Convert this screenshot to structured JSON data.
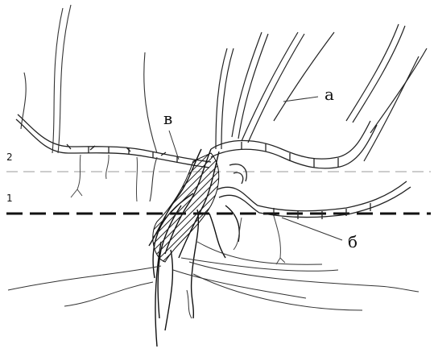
{
  "labels": {
    "level_2": "2",
    "level_1": "1",
    "label_a": "а",
    "label_b": "б",
    "label_v": "в"
  },
  "colors": {
    "ink": "#111111",
    "background": "#ffffff",
    "dashed_line_light": "#9a9a9a",
    "dashed_line_dark": "#111111"
  }
}
